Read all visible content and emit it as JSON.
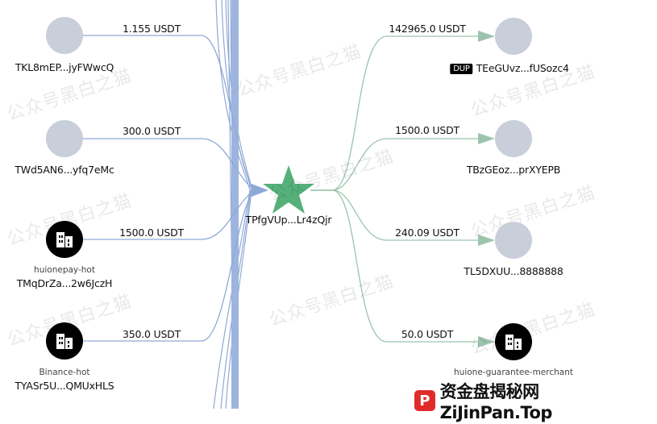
{
  "center": {
    "address": "TPfgVUp...Lr4zQjr",
    "icon": "star-icon",
    "color": "#55b07a"
  },
  "inflows": [
    {
      "address": "TKL8mEP...jyFWwcQ",
      "tag": "",
      "amount": "1.155 USDT",
      "icon": "circle-icon"
    },
    {
      "address": "TWd5AN6...yfq7eMc",
      "tag": "",
      "amount": "300.0 USDT",
      "icon": "circle-icon"
    },
    {
      "address": "TMqDrZa...2w6JczH",
      "tag": "huionepay-hot",
      "amount": "1500.0 USDT",
      "icon": "building-icon"
    },
    {
      "address": "TYASr5U...QMUxHLS",
      "tag": "Binance-hot",
      "amount": "350.0 USDT",
      "icon": "building-icon"
    }
  ],
  "outflows": [
    {
      "address": "TEeGUvz...fUSozc4",
      "tag": "",
      "badge": "DUP",
      "amount": "142965.0 USDT",
      "icon": "circle-icon"
    },
    {
      "address": "TBzGEoz...prXYEPB",
      "tag": "",
      "badge": "",
      "amount": "1500.0 USDT",
      "icon": "circle-icon"
    },
    {
      "address": "TL5DXUU...8888888",
      "tag": "",
      "badge": "",
      "amount": "240.09 USDT",
      "icon": "circle-icon"
    },
    {
      "address": "",
      "tag": "huione-guarantee-merchant",
      "badge": "",
      "amount": "50.0 USDT",
      "icon": "building-icon"
    }
  ],
  "colors": {
    "inflow_edge": "#8fa9d6",
    "outflow_edge": "#9cc4ad",
    "node_fill": "#c8ceda",
    "entity_fill": "#000000"
  },
  "watermark": {
    "text": "公众号黑白之猫"
  },
  "brand": {
    "logo": "P",
    "text": "资金盘揭秘网 ZiJinPan.Top"
  }
}
